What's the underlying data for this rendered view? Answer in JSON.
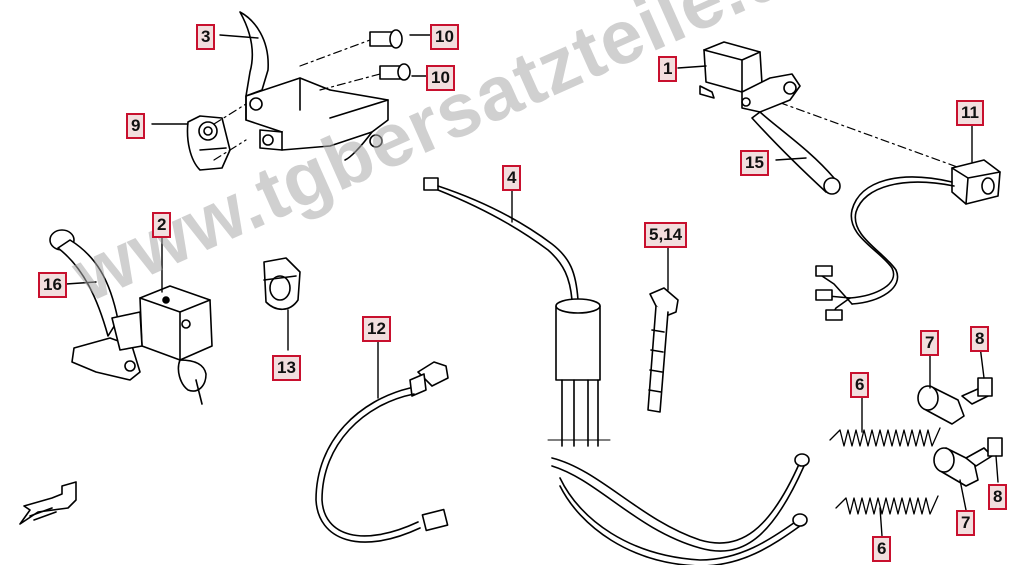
{
  "watermark": "www.tgbersatzteile.de",
  "callouts": {
    "c1": "1",
    "c2": "2",
    "c3": "3",
    "c4": "4",
    "c5_14": "5,14",
    "c6a": "6",
    "c6b": "6",
    "c7a": "7",
    "c7b": "7",
    "c8a": "8",
    "c8b": "8",
    "c9": "9",
    "c10a": "10",
    "c10b": "10",
    "c11": "11",
    "c12": "12",
    "c13": "13",
    "c15": "15",
    "c16": "16"
  },
  "colors": {
    "callout_border": "#c8102e",
    "callout_fill": "#f2dede",
    "line": "#000000",
    "watermark": "#aaaaaa"
  },
  "icons": {
    "front_marker": "front-arrow-icon"
  }
}
